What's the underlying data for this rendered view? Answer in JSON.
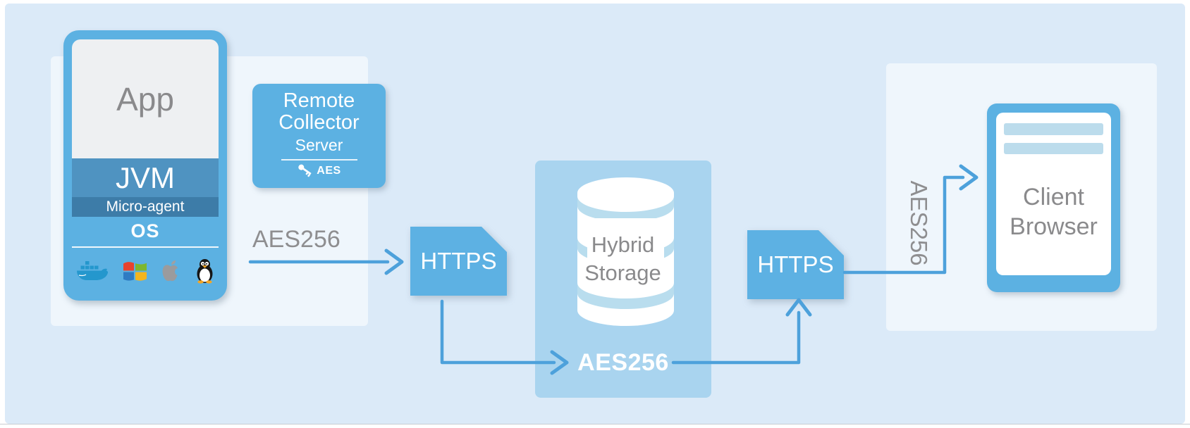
{
  "colors": {
    "canvas_bg": "#dbeaf8",
    "group_panel_bg": "#eff6fc",
    "primary_blue": "#5cb1e2",
    "jvm_band_blue": "#4f93c1",
    "micro_agent_band_blue": "#3d7ca8",
    "storage_panel_blue": "#a9d4ef",
    "cylinder_band_blue": "#b9ddee",
    "arrow_blue": "#4da1db",
    "gray_text": "#8a8a8c",
    "white_text": "#ffffff"
  },
  "app_stack": {
    "app_label": "App",
    "jvm_label": "JVM",
    "micro_agent_label": "Micro-agent",
    "os_label": "OS",
    "platform_icons": [
      "docker-icon",
      "windows-icon",
      "apple-icon",
      "linux-icon"
    ]
  },
  "remote_collector": {
    "title": "Remote Collector",
    "subtitle": "Server",
    "key_icon": "key-icon",
    "key_label": "AES"
  },
  "https_nodes": {
    "left": "HTTPS",
    "right": "HTTPS"
  },
  "hybrid_storage": {
    "label": "Hybrid Storage",
    "encryption_label": "AES256"
  },
  "client_browser": {
    "label": "Client Browser"
  },
  "encryption_labels": {
    "agent_link": "AES256",
    "browser_link": "AES256"
  }
}
